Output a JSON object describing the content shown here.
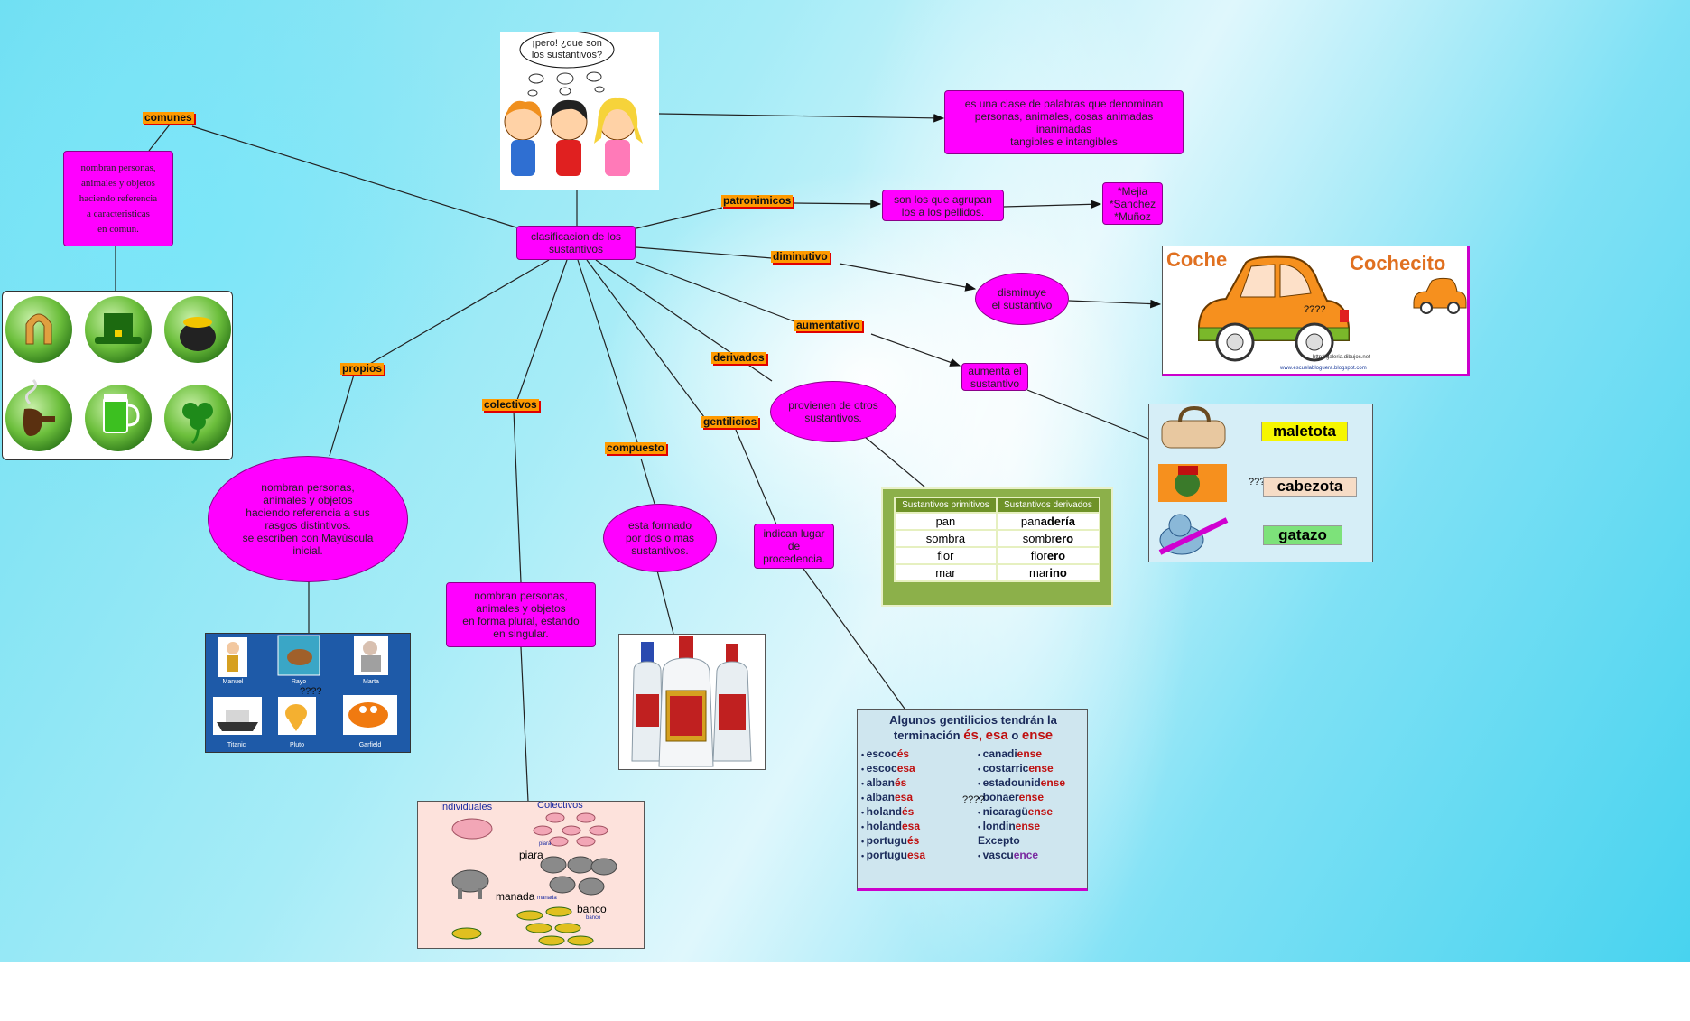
{
  "central": "clasificacion de los\nsustantivos",
  "cartoon_question": "¡pero! ¿que son\nlos sustantivos?",
  "definition": "es una clase de palabras que denominan\npersonas, animales, cosas animadas\ninanimadas\ntangibles e intangibles",
  "categories": {
    "comunes": "comunes",
    "patronimicos": "patronimicos",
    "diminutivo": "diminutivo",
    "aumentativo": "aumentativo",
    "derivados": "derivados",
    "gentilicios": "gentilicios",
    "compuesto": "compuesto",
    "colectivos": "colectivos",
    "propios": "propios"
  },
  "descriptions": {
    "comunes": "nombran personas,\nanimales y objetos\nhaciendo referencia\na caracteristicas\nen comun.",
    "patronimicos": "son los que agrupan\nlos a los pellidos.",
    "patronimicos_examples": "*Mejia\n*Sanchez\n*Muñoz",
    "diminutivo": "disminuye\nel sustantivo",
    "aumentativo": "aumenta el\nsustantivo",
    "derivados": "provienen de otros\nsustantivos.",
    "gentilicios": "indican lugar\nde\nprocedencia.",
    "compuesto": "esta formado\npor dos o mas\nsustantivos.",
    "colectivos": "nombran personas,\nanimales y objetos\nen forma plural, estando\nen singular.",
    "propios": "nombran personas,\nanimales y objetos\nhaciendo referencia a sus\nrasgos distintivos.\nse escriben con Mayúscula\ninicial."
  },
  "diminutivo_image": {
    "left": "Coche",
    "right": "Cochecito",
    "q": "????",
    "url1": "http://galeria.dibujos.net",
    "url2": "www.escuelabloguera.blogspot.com"
  },
  "aumentativo_image": {
    "words": [
      "maletota",
      "cabezota",
      "gatazo"
    ],
    "q": "????"
  },
  "derivados_table": {
    "headers": [
      "Sustantivos primitivos",
      "Sustantivos derivados"
    ],
    "rows": [
      [
        "pan",
        "pan",
        "adería"
      ],
      [
        "sombra",
        "sombr",
        "ero"
      ],
      [
        "flor",
        "flor",
        "ero"
      ],
      [
        "mar",
        "mar",
        "ino"
      ]
    ]
  },
  "gentilicios_image": {
    "title1": "Algunos gentilicios tendrán la",
    "title2": "terminación",
    "endings": [
      "és,",
      "esa",
      "o",
      "ense"
    ],
    "left": [
      [
        "escoc",
        "és"
      ],
      [
        "escoc",
        "esa"
      ],
      [
        "alban",
        "és"
      ],
      [
        "alban",
        "esa"
      ],
      [
        "holand",
        "és"
      ],
      [
        "holand",
        "esa"
      ],
      [
        "portugu",
        "és"
      ],
      [
        "portugu",
        "esa"
      ]
    ],
    "right": [
      [
        "canadi",
        "ense"
      ],
      [
        "costarric",
        "ense"
      ],
      [
        "estadounid",
        "ense"
      ],
      [
        "bonaer",
        "ense"
      ],
      [
        "nicaragü",
        "ense"
      ],
      [
        "londin",
        "ense"
      ],
      [
        "Excepto",
        ""
      ],
      [
        "vascu",
        "ence"
      ]
    ],
    "q": "????"
  },
  "propios_image": {
    "names": [
      "Manuel",
      "Rayo",
      "Marta",
      "Titanic",
      "Pluto",
      "Garfield"
    ],
    "q": "????"
  },
  "colectivos_image": {
    "h1": "Individuales",
    "h2": "Colectivos",
    "labels": [
      "piara",
      "manada",
      "banco"
    ],
    "small": [
      "piara",
      "manada",
      "banco"
    ]
  },
  "colors": {
    "node": "#ff00ff",
    "tag": "#ff9a00",
    "tag_shadow": "#e00000",
    "line": "#222222"
  }
}
